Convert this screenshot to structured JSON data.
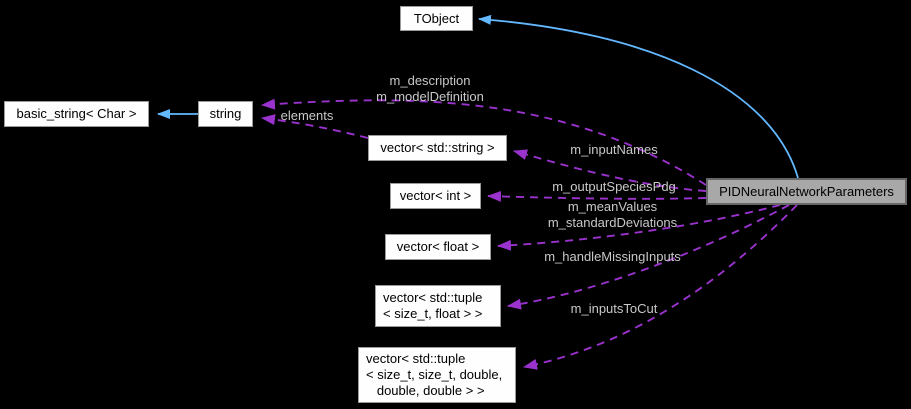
{
  "diagram": {
    "type": "doxygen-collaboration-graph",
    "colors": {
      "background": "#000000",
      "node_fill": "#fefefe",
      "node_border": "#9a9a9a",
      "main_node_fill": "#a8a8a8",
      "main_node_border": "#666666",
      "inheritance_edge": "#63b8ff",
      "usage_edge": "#9a32cd",
      "edge_label_text": "#c8c8c8"
    },
    "nodes": {
      "tobject": {
        "label": "TObject"
      },
      "basic_string": {
        "label": "basic_string< Char >"
      },
      "string": {
        "label": "string"
      },
      "vector_string": {
        "label": "vector< std::string >"
      },
      "vector_int": {
        "label": "vector< int >"
      },
      "vector_float": {
        "label": "vector< float >"
      },
      "vector_tuple2": {
        "label": "vector< std::tuple\n< size_t, float > >"
      },
      "vector_tuple5": {
        "label": "vector< std::tuple\n< size_t, size_t, double,\n   double, double > >"
      },
      "main": {
        "label": "PIDNeuralNetworkParameters"
      }
    },
    "edge_labels": {
      "description": {
        "text": "m_description\nm_modelDefinition"
      },
      "elements": {
        "text": "elements"
      },
      "input_names": {
        "text": "m_inputNames"
      },
      "output_species_pdg": {
        "text": "m_outputSpeciesPdg"
      },
      "mean_values": {
        "text": "m_meanValues\nm_standardDeviations"
      },
      "handle_missing": {
        "text": "m_handleMissingInputs"
      },
      "inputs_to_cut": {
        "text": "m_inputsToCut"
      }
    },
    "edges": [
      {
        "from": "main",
        "to": "tobject",
        "kind": "inheritance"
      },
      {
        "from": "string",
        "to": "basic_string",
        "kind": "inheritance"
      },
      {
        "from": "main",
        "to": "string",
        "kind": "usage",
        "label": "m_description\nm_modelDefinition"
      },
      {
        "from": "vector_string",
        "to": "string",
        "kind": "usage",
        "label": "elements"
      },
      {
        "from": "main",
        "to": "vector_string",
        "kind": "usage",
        "label": "m_inputNames"
      },
      {
        "from": "main",
        "to": "vector_int",
        "kind": "usage",
        "label": "m_outputSpeciesPdg"
      },
      {
        "from": "main",
        "to": "vector_float",
        "kind": "usage",
        "label": "m_meanValues\nm_standardDeviations"
      },
      {
        "from": "main",
        "to": "vector_tuple2",
        "kind": "usage",
        "label": "m_handleMissingInputs"
      },
      {
        "from": "main",
        "to": "vector_tuple5",
        "kind": "usage",
        "label": "m_inputsToCut"
      }
    ]
  }
}
